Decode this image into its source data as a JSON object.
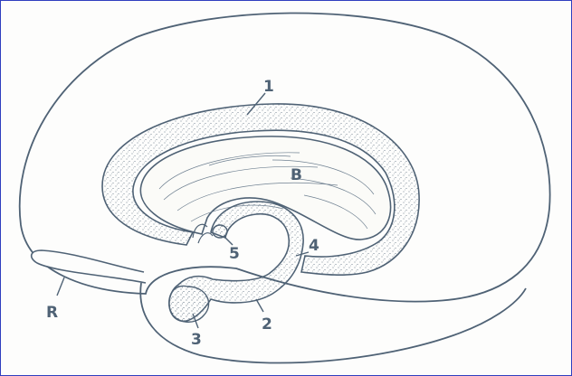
{
  "colors": {
    "outline": "#4f6275",
    "stipple": "#5d6e80",
    "frame": "#2f3fbf",
    "paper": "#fdfdfc"
  },
  "labels": {
    "l1": "1",
    "l2": "2",
    "l3": "3",
    "l4": "4",
    "l5": "5",
    "lB": "B",
    "lR": "R"
  }
}
